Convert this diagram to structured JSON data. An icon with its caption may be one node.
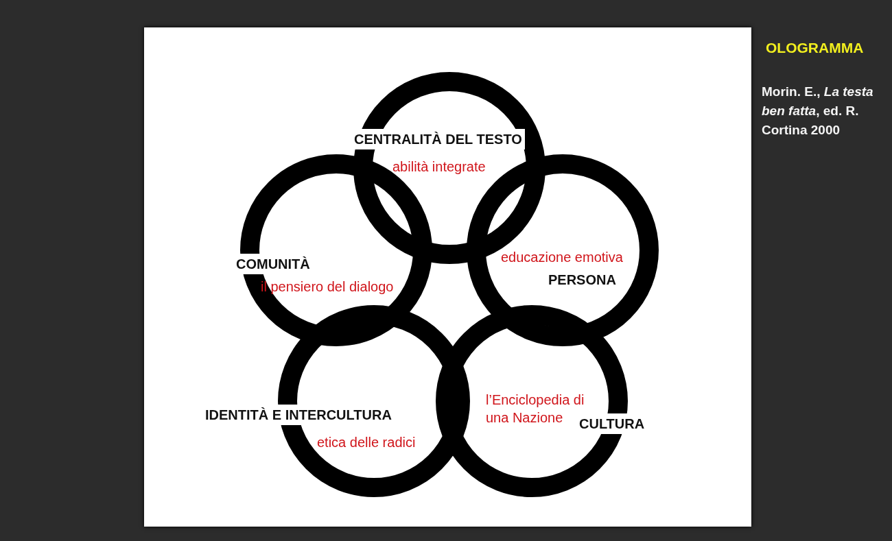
{
  "diagram": {
    "title": "OLOGRAMMA",
    "nodes": [
      {
        "text": [
          "CENTRALITÀ DEL TESTO",
          "abilità integrate"
        ]
      },
      {
        "text": [
          "COMUNITÀ",
          "il pensiero del dialogo"
        ]
      },
      {
        "text": [
          "educazione emotiva",
          "PERSONA"
        ]
      },
      {
        "text": [
          "IDENTITÀ E INTERCULTURA",
          "etica delle radici"
        ]
      },
      {
        "text": [
          "l’Enciclopedia di una Nazione",
          "CULTURA"
        ]
      }
    ],
    "edges": [],
    "labels": [
      "Morin. E., *La testa ben fatta*, ed. R. Cortina 2000"
    ]
  }
}
